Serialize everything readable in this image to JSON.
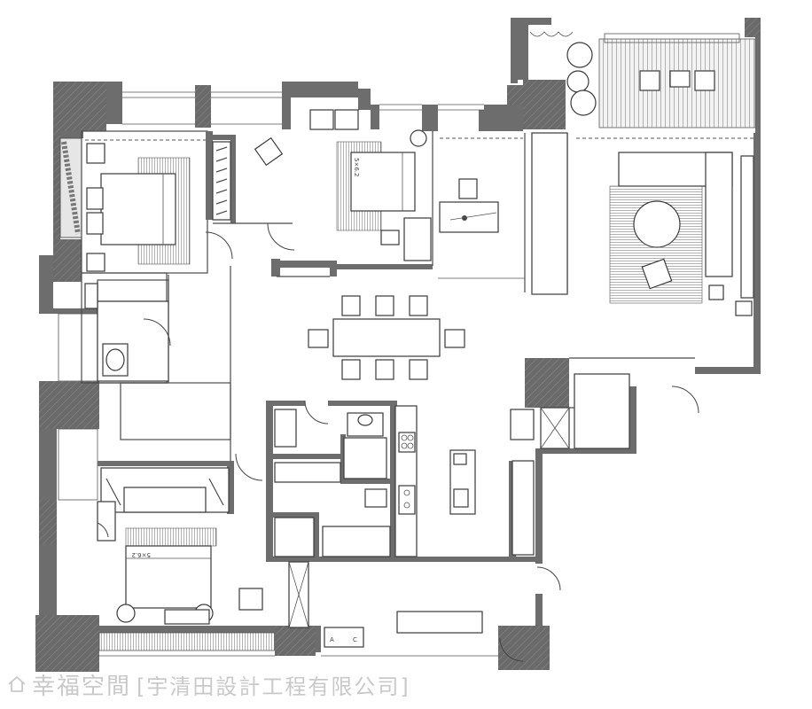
{
  "labels": {
    "bed_tag_1": "5×6.2",
    "bed_tag_2": "5×6.2",
    "fridge_a": "A",
    "fridge_c": "C"
  },
  "watermark": {
    "brand": "幸福空間",
    "company": "[宇清田設計工程有限公司]"
  },
  "icons": {
    "logo": "house-outline-icon"
  }
}
